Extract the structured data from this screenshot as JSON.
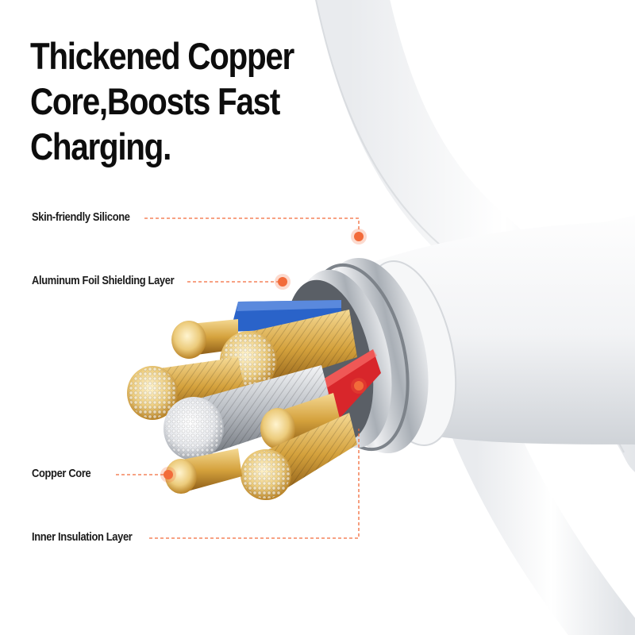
{
  "headline": {
    "lines": [
      "Thickened Copper",
      "Core,Boosts Fast",
      "Charging."
    ]
  },
  "callouts": {
    "silicone": "Skin-friendly Silicone",
    "foil": "Aluminum Foil Shielding Layer",
    "copper": "Copper Core",
    "insulation": "Inner Insulation Layer"
  },
  "colors": {
    "accent": "#f26b3a",
    "headline": "#0d0d0d",
    "copper": "#d9a64a",
    "silver": "#c9ccd1",
    "red_wire": "#d8262b",
    "blue_wire": "#2a63c9"
  },
  "icons": [
    "callout-marker-dot"
  ]
}
